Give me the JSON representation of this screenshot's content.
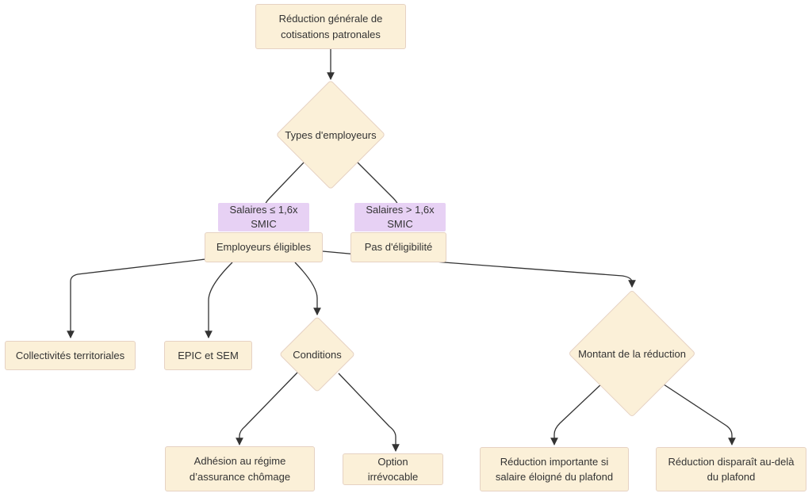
{
  "diagram": {
    "type": "flowchart",
    "direction": "top-down",
    "nodes": {
      "root": {
        "label": "Réduction générale de cotisations patronales",
        "shape": "rect"
      },
      "types": {
        "label": "Types d'employeurs",
        "shape": "diamond"
      },
      "eligibles": {
        "label": "Employeurs éligibles",
        "shape": "rect"
      },
      "pas_eligibilite": {
        "label": "Pas d'éligibilité",
        "shape": "rect"
      },
      "collectivites": {
        "label": "Collectivités territoriales",
        "shape": "rect"
      },
      "epic": {
        "label": "EPIC et SEM",
        "shape": "rect"
      },
      "conditions": {
        "label": "Conditions",
        "shape": "diamond"
      },
      "montant": {
        "label": "Montant de la réduction",
        "shape": "diamond"
      },
      "adhesion": {
        "label": "Adhésion au régime d’assurance chômage",
        "shape": "rect"
      },
      "option": {
        "label": "Option irrévocable",
        "shape": "rect"
      },
      "reduction_importante": {
        "label": "Réduction importante si salaire éloigné du plafond",
        "shape": "rect"
      },
      "reduction_disparait": {
        "label": "Réduction disparaît au-delà du plafond",
        "shape": "rect"
      }
    },
    "edges": [
      {
        "from": "root",
        "to": "types",
        "label": ""
      },
      {
        "from": "types",
        "to": "eligibles",
        "label": "Salaires ≤ 1,6x SMIC"
      },
      {
        "from": "types",
        "to": "pas_eligibilite",
        "label": "Salaires > 1,6x SMIC"
      },
      {
        "from": "eligibles",
        "to": "collectivites",
        "label": ""
      },
      {
        "from": "eligibles",
        "to": "epic",
        "label": ""
      },
      {
        "from": "eligibles",
        "to": "conditions",
        "label": ""
      },
      {
        "from": "eligibles",
        "to": "montant",
        "label": ""
      },
      {
        "from": "conditions",
        "to": "adhesion",
        "label": ""
      },
      {
        "from": "conditions",
        "to": "option",
        "label": ""
      },
      {
        "from": "montant",
        "to": "reduction_importante",
        "label": ""
      },
      {
        "from": "montant",
        "to": "reduction_disparait",
        "label": ""
      }
    ],
    "colors": {
      "node_fill": "#FBF0D8",
      "node_border": "#E6D2C3",
      "edge_label_bg": "#E7D1F4",
      "line": "#333333",
      "text": "#333333",
      "background": "#FFFFFF"
    }
  }
}
